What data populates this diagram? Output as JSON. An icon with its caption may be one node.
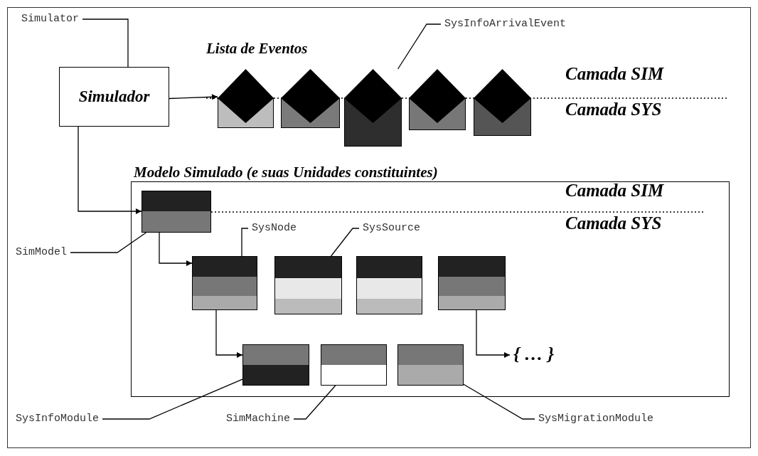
{
  "diagram": {
    "nodes": [
      {
        "text": [
          "Simulator"
        ]
      },
      {
        "text": [
          "Simulador"
        ]
      },
      {
        "text": [
          "SysInfoArrivalEvent"
        ]
      },
      {
        "text": [],
        "shape": "envelope"
      },
      {
        "text": [],
        "shape": "envelope"
      },
      {
        "text": [],
        "shape": "envelope"
      },
      {
        "text": [],
        "shape": "envelope"
      },
      {
        "text": [],
        "shape": "envelope"
      },
      {
        "text": [
          "Modelo Simulado (e suas Unidades constituintes)"
        ]
      },
      {
        "text": [],
        "shape": "box",
        "in": 8
      },
      {
        "text": [
          "SimModel"
        ]
      },
      {
        "text": [
          "SysNode"
        ],
        "in": 8
      },
      {
        "text": [
          "SysSource"
        ],
        "in": 8
      },
      {
        "text": [],
        "shape": "box",
        "in": 8
      },
      {
        "text": [],
        "shape": "box",
        "in": 8
      },
      {
        "text": [],
        "shape": "box",
        "in": 8
      },
      {
        "text": [],
        "shape": "box",
        "in": 8
      },
      {
        "text": [],
        "shape": "box",
        "in": 8
      },
      {
        "text": [],
        "shape": "box",
        "in": 8
      },
      {
        "text": [],
        "shape": "box",
        "in": 8
      },
      {
        "text": [
          "{ … }"
        ],
        "in": 8
      },
      {
        "text": [
          "SysInfoModule"
        ]
      },
      {
        "text": [
          "SimMachine"
        ]
      },
      {
        "text": [
          "SysMigrationModule"
        ]
      }
    ],
    "edges": [
      {
        "from": 0,
        "to": 1,
        "arrow": "none"
      },
      {
        "from": 1,
        "to": 3,
        "arrow": "to"
      },
      {
        "from": 2,
        "to": 5,
        "arrow": "none"
      },
      {
        "from": 1,
        "to": 9,
        "arrow": "to"
      },
      {
        "from": 10,
        "to": 9,
        "arrow": "none"
      },
      {
        "from": 11,
        "to": 13,
        "arrow": "none"
      },
      {
        "from": 12,
        "to": 14,
        "arrow": "none"
      },
      {
        "from": 9,
        "to": 13,
        "arrow": "to"
      },
      {
        "from": 13,
        "to": 17,
        "arrow": "to"
      },
      {
        "from": 16,
        "to": 20,
        "arrow": "to"
      },
      {
        "from": 21,
        "to": 17,
        "arrow": "none"
      },
      {
        "from": 22,
        "to": 18,
        "arrow": "none"
      },
      {
        "from": 23,
        "to": 19,
        "arrow": "none"
      }
    ],
    "labels": [
      "Lista de Eventos",
      "Camada SIM",
      "Camada SYS",
      "Camada SIM",
      "Camada SYS"
    ]
  }
}
